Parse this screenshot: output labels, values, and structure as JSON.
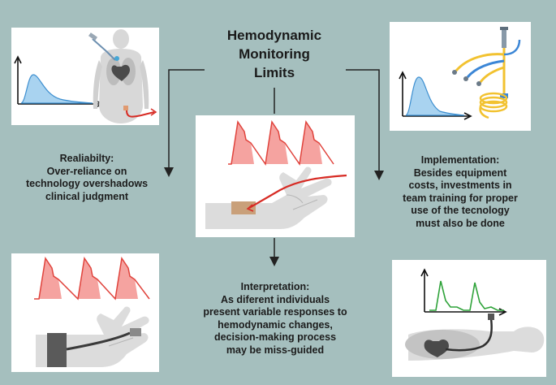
{
  "title": {
    "lines": [
      "Hemodynamic",
      "Monitoring",
      "Limits"
    ]
  },
  "reliability": {
    "lines": [
      "Realiabilty:",
      "Over-reliance on",
      "technology overshadows",
      "clinical judgment"
    ]
  },
  "implementation": {
    "lines": [
      "Implementation:",
      "Besides equipment",
      "costs, investments in",
      "team training for proper",
      "use of the tecnology",
      "must also be done"
    ]
  },
  "interpretation": {
    "lines": [
      "Interpretation:",
      "As diferent individuals",
      "present variable responses to",
      "hemodynamic changes,",
      "decision-making process",
      "may be miss-guided"
    ]
  },
  "colors": {
    "background": "#a5bfbe",
    "waveform_red": "#e0433c",
    "waveform_fill": "#f5a3a0",
    "distribution_fill": "#a9d3f0",
    "distribution_line": "#3d8fd0",
    "green_wave": "#2fa33a",
    "catheter_yellow": "#f2c230",
    "catheter_blue": "#3b86d6"
  },
  "icons": {
    "top_left": "torso-catheter-distribution-icon",
    "top_right": "catheter-kit-distribution-icon",
    "center": "arterial-line-wrist-icon",
    "bottom_left": "blood-pressure-cuff-icon",
    "bottom_right": "lying-patient-ecg-icon"
  }
}
